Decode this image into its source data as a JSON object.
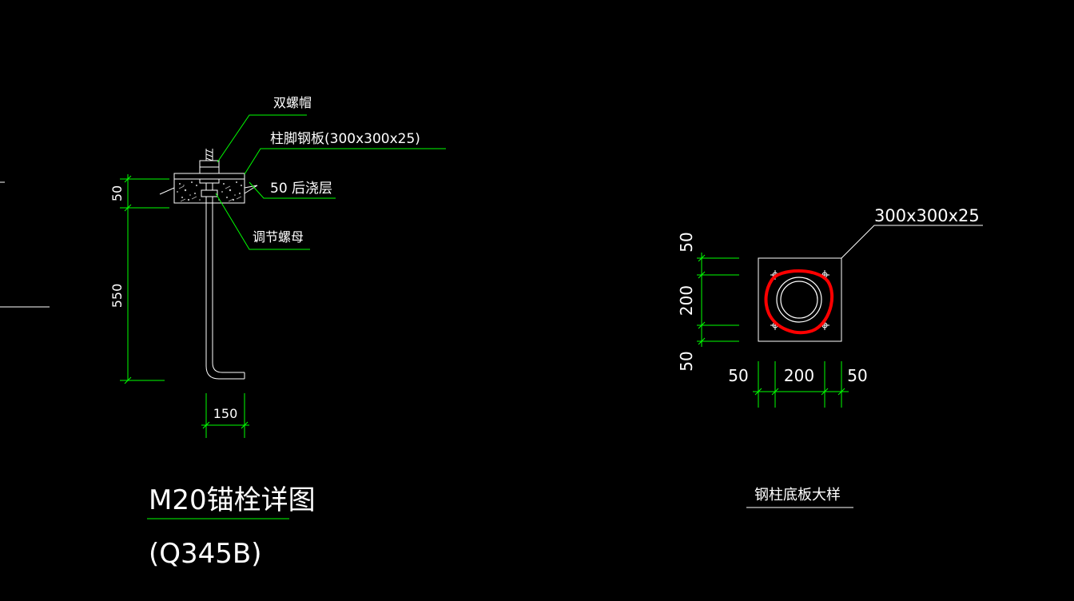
{
  "colors": {
    "background": "#000000",
    "dimension": "#00ff00",
    "geometry": "#ffffff",
    "markup": "#ff0000"
  },
  "anchor_detail": {
    "title": "M20锚栓详图",
    "subtitle": "(Q345B)",
    "labels": {
      "double_nut": "双螺帽",
      "base_plate": "柱脚钢板(300x300x25)",
      "grout": "50 后浇层",
      "adjust_nut": "调节螺母"
    },
    "dims": {
      "grout_thickness": "50",
      "embed_length": "550",
      "hook_length": "150"
    }
  },
  "base_plate_detail": {
    "title": "钢柱底板大样",
    "plate_label": "300x300x25",
    "dims": {
      "left_top": "50",
      "left_mid": "200",
      "left_bot": "50",
      "bottom_left": "50",
      "bottom_mid": "200",
      "bottom_right": "50"
    }
  }
}
